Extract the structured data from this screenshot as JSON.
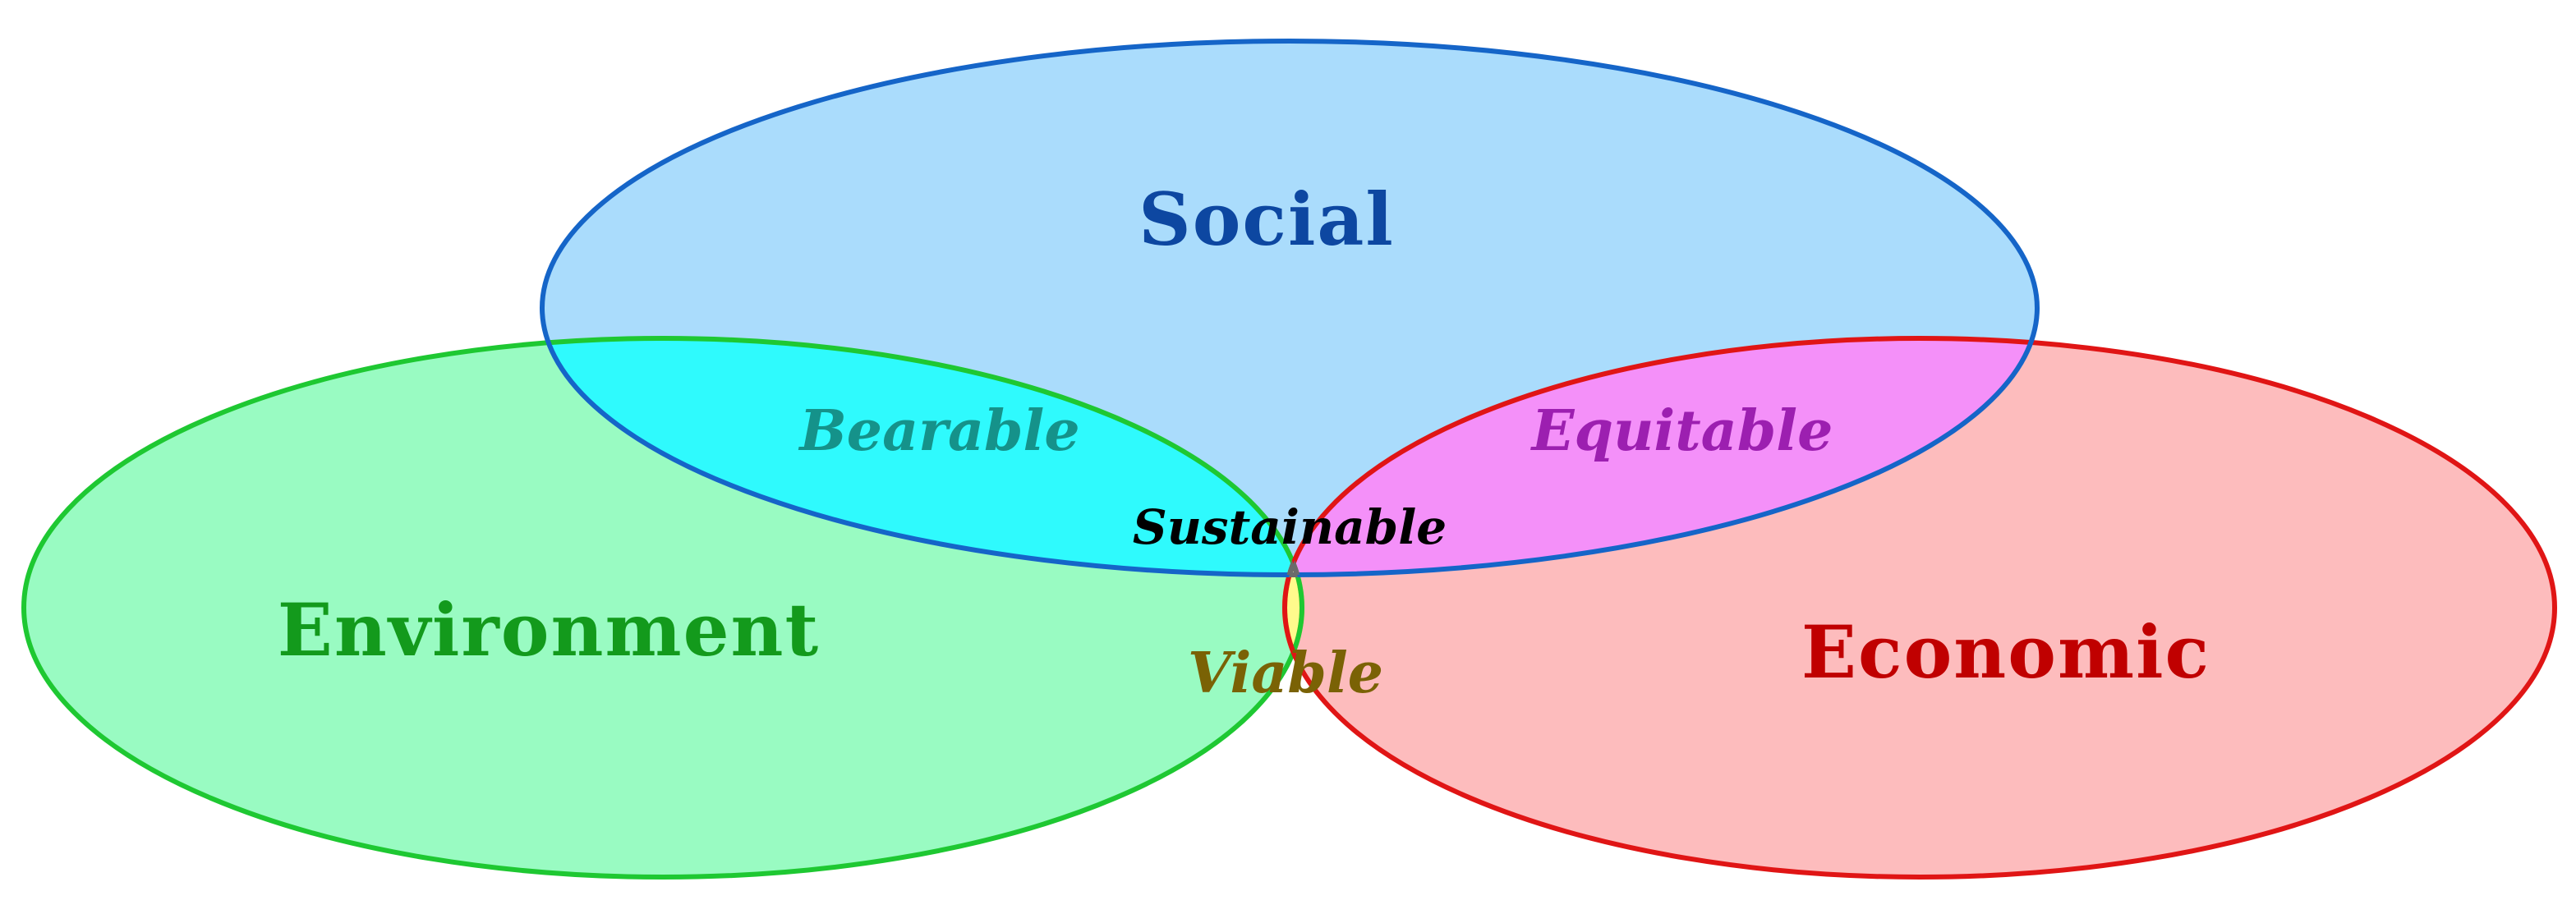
{
  "diagram": {
    "sets": {
      "social": {
        "label": "Social",
        "fill": "#aadcfc",
        "stroke": "#1565c8",
        "text_color": "#0d47a1"
      },
      "environment": {
        "label": "Environment",
        "fill": "#99fbc2",
        "stroke": "#1ec832",
        "text_color": "#139a1c"
      },
      "economic": {
        "label": "Economic",
        "fill": "#fdbcbd",
        "stroke": "#e01515",
        "text_color": "#c00000"
      }
    },
    "intersections": {
      "bearable": {
        "label": "Bearable",
        "fill": "#2ffafd",
        "text_color": "#15928a"
      },
      "equitable": {
        "label": "Equitable",
        "fill": "#f490f9",
        "text_color": "#9c1fb0"
      },
      "viable": {
        "label": "Viable",
        "fill": "#fffa8c",
        "stroke": "#f0b400",
        "text_color": "#7a6205"
      },
      "sustainable": {
        "label": "Sustainable",
        "fill": "#c8c8c8",
        "stroke": "#6b6b6b",
        "text_color": "#000000"
      }
    }
  }
}
